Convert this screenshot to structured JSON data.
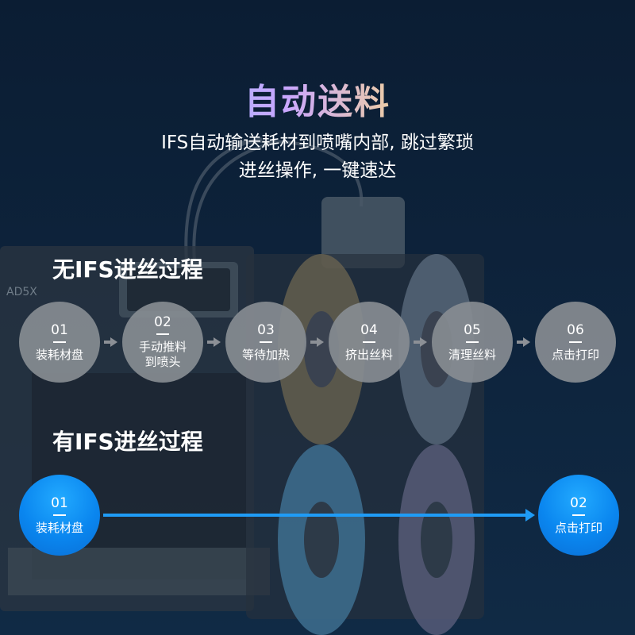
{
  "title": "自动送料",
  "subtitle": {
    "line1": "IFS自动输送耗材到喷嘴内部, 跳过繁琐",
    "line2": "进丝操作, 一键速达"
  },
  "without_ifs": {
    "title": "无IFS进丝过程",
    "steps": [
      {
        "num": "01",
        "label": "装耗材盘"
      },
      {
        "num": "02",
        "label": "手动推料",
        "label2": "到喷头"
      },
      {
        "num": "03",
        "label": "等待加热"
      },
      {
        "num": "04",
        "label": "挤出丝料"
      },
      {
        "num": "05",
        "label": "清理丝料"
      },
      {
        "num": "06",
        "label": "点击打印"
      }
    ]
  },
  "with_ifs": {
    "title": "有IFS进丝过程",
    "steps": [
      {
        "num": "01",
        "label": "装耗材盘"
      },
      {
        "num": "02",
        "label": "点击打印"
      }
    ]
  },
  "printer_label": "AD5X",
  "colors": {
    "background": "#0b1d33",
    "accent_blue": "#0a86ef",
    "step_gray": "#878c91"
  }
}
